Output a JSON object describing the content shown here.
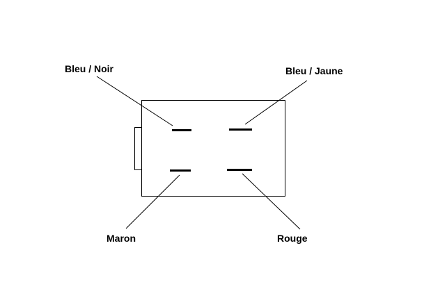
{
  "pins": [
    {
      "id": "top-left",
      "label": "Bleu / Noir"
    },
    {
      "id": "top-right",
      "label": "Bleu / Jaune"
    },
    {
      "id": "bottom-left",
      "label": "Maron"
    },
    {
      "id": "bottom-right",
      "label": "Rouge"
    }
  ],
  "colors": {
    "line": "#000000",
    "background": "#ffffff"
  }
}
